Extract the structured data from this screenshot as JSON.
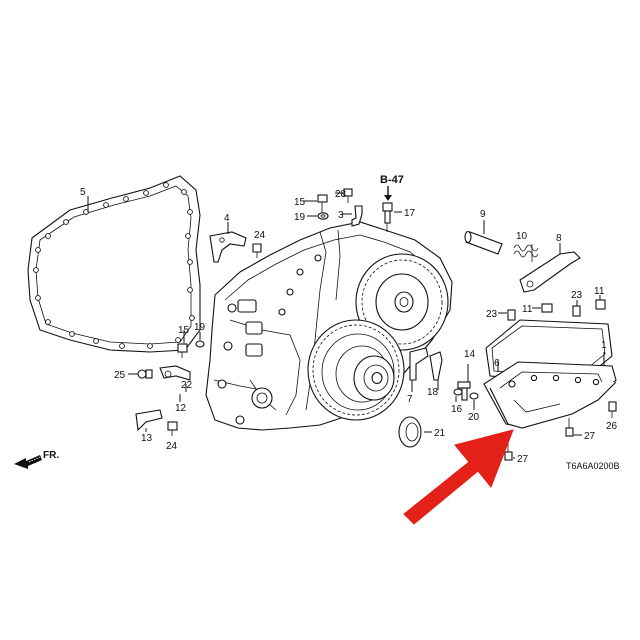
{
  "diagram": {
    "section_ref": "B-47",
    "direction_label": "FR.",
    "drawing_code": "T6A6A0200B",
    "callouts": [
      "1",
      "2",
      "3",
      "4",
      "5",
      "6",
      "7",
      "8",
      "9",
      "10",
      "11",
      "12",
      "13",
      "14",
      "15",
      "16",
      "17",
      "18",
      "19",
      "20",
      "21",
      "22",
      "23",
      "24",
      "25",
      "26",
      "27",
      "28"
    ],
    "highlight_color": "#e32119",
    "line_color": "#111111"
  }
}
